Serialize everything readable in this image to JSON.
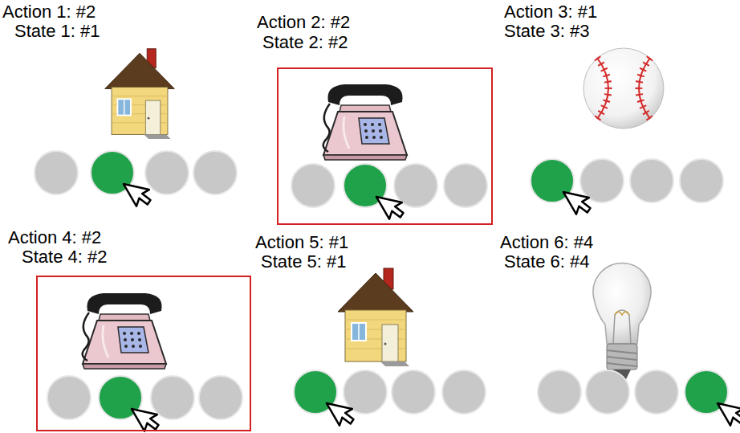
{
  "diagram": {
    "nodes": [
      {
        "text": [
          "Action 2: #2",
          "State 2: #2"
        ]
      },
      {
        "text": [
          "Action 4: #2",
          "State 4: #2"
        ]
      }
    ],
    "labels": [
      "Action 1: #2",
      "State 1: #1",
      "Action 3: #1",
      "State 3: #3",
      "Action 5: #1",
      "State 5: #1",
      "Action 6: #4",
      "State 6: #4"
    ]
  }
}
